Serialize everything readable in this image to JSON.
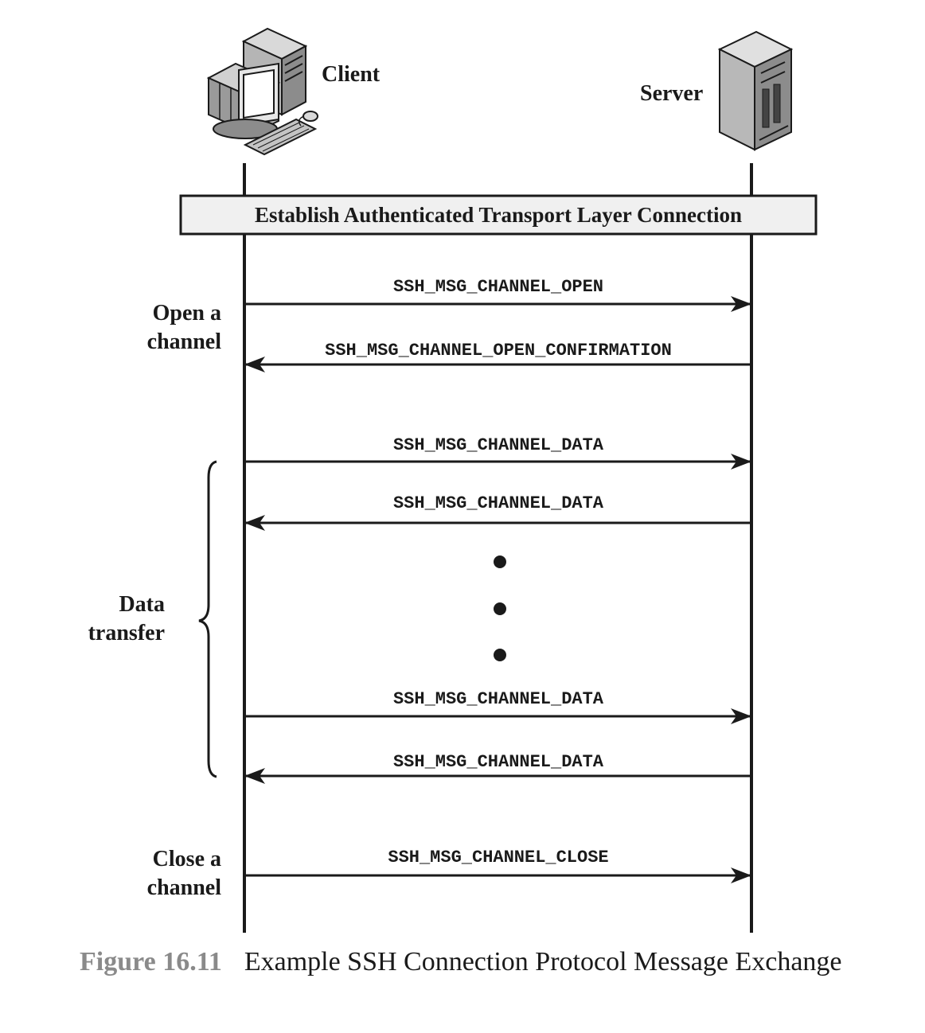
{
  "actors": {
    "client": {
      "label": "Client",
      "icon": "desktop-computer-icon"
    },
    "server": {
      "label": "Server",
      "icon": "server-tower-icon"
    }
  },
  "phase_box": {
    "label": "Establish Authenticated Transport Layer Connection"
  },
  "phases": [
    {
      "key": "open",
      "lines": [
        "Open a",
        "channel"
      ]
    },
    {
      "key": "data",
      "lines": [
        "Data",
        "transfer"
      ]
    },
    {
      "key": "close",
      "lines": [
        "Close a",
        "channel"
      ]
    }
  ],
  "messages": [
    {
      "label": "SSH_MSG_CHANNEL_OPEN",
      "direction": "client-to-server"
    },
    {
      "label": "SSH_MSG_CHANNEL_OPEN_CONFIRMATION",
      "direction": "server-to-client"
    },
    {
      "label": "SSH_MSG_CHANNEL_DATA",
      "direction": "client-to-server"
    },
    {
      "label": "SSH_MSG_CHANNEL_DATA",
      "direction": "server-to-client"
    },
    {
      "label": "SSH_MSG_CHANNEL_DATA",
      "direction": "client-to-server"
    },
    {
      "label": "SSH_MSG_CHANNEL_DATA",
      "direction": "server-to-client"
    },
    {
      "label": "SSH_MSG_CHANNEL_CLOSE",
      "direction": "client-to-server"
    }
  ],
  "caption": {
    "number": "Figure 16.11",
    "text": "Example SSH Connection Protocol Message Exchange"
  }
}
